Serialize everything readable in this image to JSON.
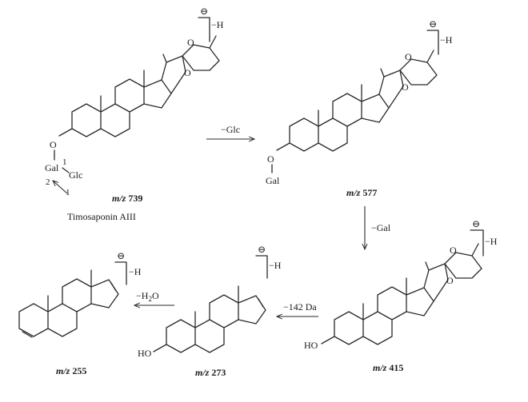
{
  "molecules": {
    "m739": {
      "mz_prefix": "m/z",
      "mz_value": "739",
      "name": "Timosaponin AIII",
      "charge": "−H",
      "gal": "Gal",
      "glc": "Glc",
      "o": "O",
      "link1": "1",
      "link2": "2",
      "link3": "1"
    },
    "m577": {
      "mz_prefix": "m/z",
      "mz_value": "577",
      "charge": "−H",
      "o": "O",
      "gal": "Gal"
    },
    "m415": {
      "mz_prefix": "m/z",
      "mz_value": "415",
      "charge": "−H",
      "ho": "HO"
    },
    "m273": {
      "mz_prefix": "m/z",
      "mz_value": "273",
      "charge": "−H",
      "ho": "HO"
    },
    "m255": {
      "mz_prefix": "m/z",
      "mz_value": "255",
      "charge": "−H"
    }
  },
  "ring_o": "O",
  "steps": {
    "s1": "−Glc",
    "s2": "−Gal",
    "s3": "−142 Da",
    "s4_prefix": "−H",
    "s4_sub": "2",
    "s4_suffix": "O"
  },
  "charge_symbol": "⊖"
}
